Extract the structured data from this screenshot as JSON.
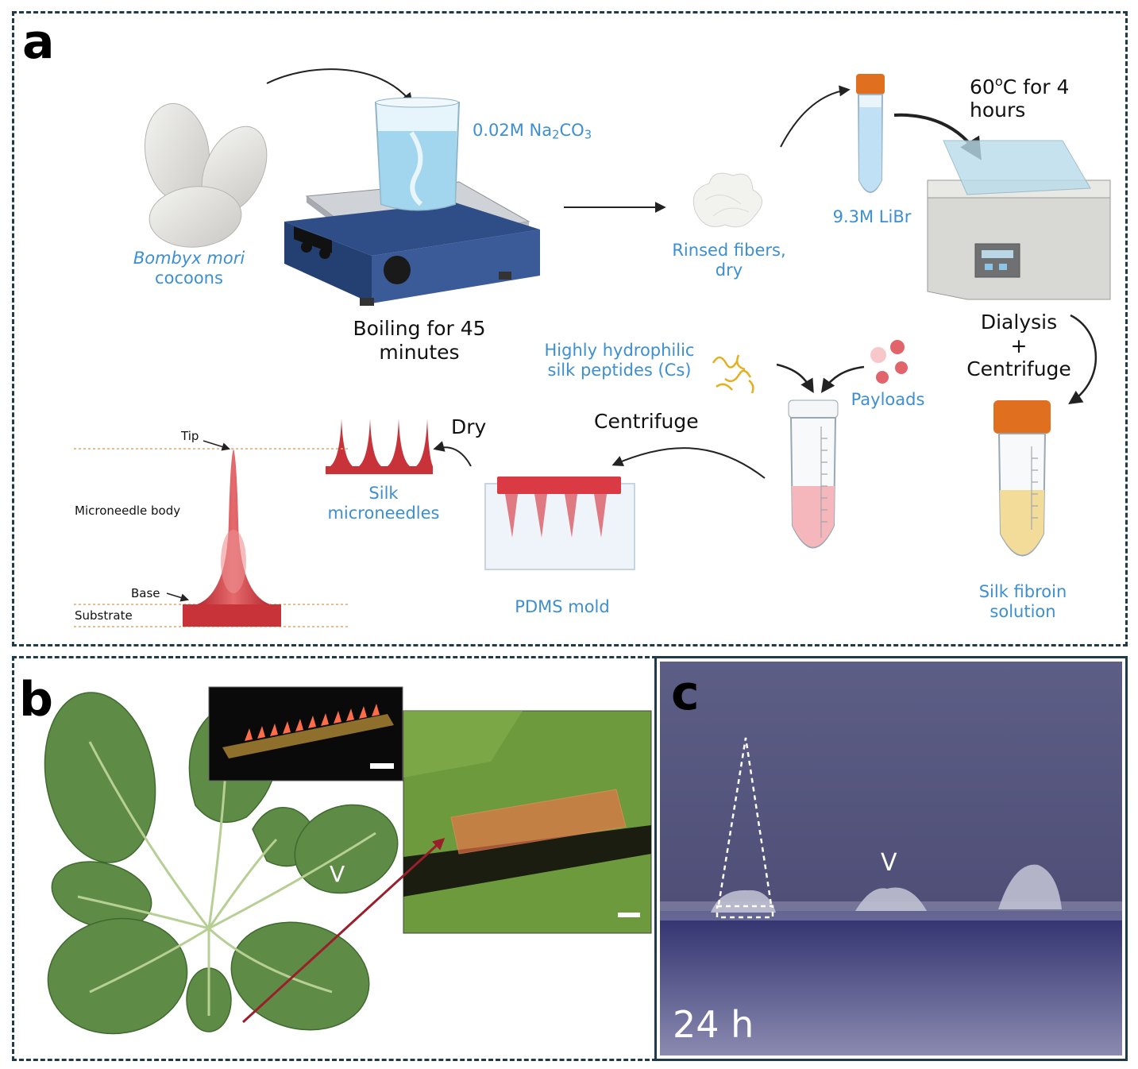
{
  "panels": {
    "a": {
      "label": "a",
      "cocoons": {
        "species": "Bombyx mori",
        "word": "cocoons"
      },
      "na2co3": {
        "prefix": "0.02M Na",
        "sub": "2",
        "mid": "CO",
        "sub2": "3"
      },
      "boiling": {
        "line1": "Boiling for 45",
        "line2": "minutes"
      },
      "rinsed": {
        "line1": "Rinsed fibers,",
        "line2": "dry"
      },
      "libr": "9.3M LiBr",
      "heating": {
        "pre": "60",
        "sup": "o",
        "post": "C for 4",
        "line2": "hours"
      },
      "dialysis": {
        "line1": "Dialysis",
        "line2": "+",
        "line3": "Centrifuge"
      },
      "peptides": {
        "line1": "Highly hydrophilic",
        "line2": "silk peptides (Cs)"
      },
      "payloads": "Payloads",
      "fibroin": {
        "line1": "Silk fibroin",
        "line2": "solution"
      },
      "centrifuge": "Centrifuge",
      "pdms": "PDMS mold",
      "dry": "Dry",
      "microneedles": {
        "line1": "Silk",
        "line2": "microneedles"
      },
      "anatomy": {
        "tip": "Tip",
        "body": "Microneedle body",
        "base": "Base",
        "substrate": "Substrate"
      }
    },
    "b": {
      "label": "b",
      "marker": "V"
    },
    "c": {
      "label": "c",
      "marker": "V",
      "time": "24 h"
    }
  },
  "colors": {
    "frame": "#1f3a48",
    "label_blue": "#3d8fd1",
    "silk_red": "#c8333a",
    "hotplate_blue": "#2f4d86",
    "leaf_green": "#5e8c46",
    "fibroin_yellow": "#f3dc9a",
    "solution_pink": "#f5b7bb",
    "cap_orange": "#e07020",
    "panel_c_purple": "#59597c"
  },
  "icons": [
    "cocoon-icon",
    "hotplate-icon",
    "beaker-icon",
    "fiber-icon",
    "tube-icon",
    "water-bath-icon",
    "peptide-icon",
    "payload-icon",
    "pdms-mold-icon",
    "microneedle-array-icon",
    "microneedle-icon",
    "plant-icon"
  ]
}
